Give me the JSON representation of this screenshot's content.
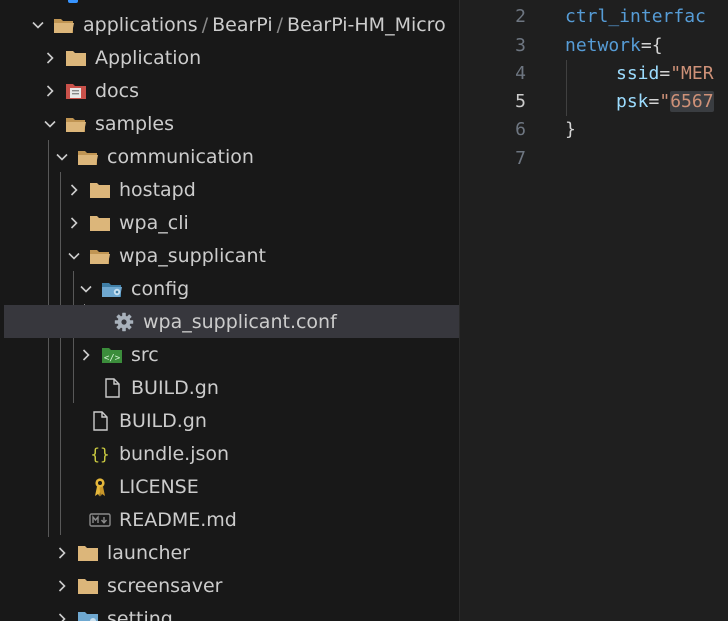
{
  "explorer": {
    "root_path": [
      "applications",
      "BearPi",
      "BearPi-HM_Micro"
    ],
    "items": [
      {
        "label": "Application"
      },
      {
        "label": "docs"
      },
      {
        "label": "samples"
      },
      {
        "label": "communication"
      },
      {
        "label": "hostapd"
      },
      {
        "label": "wpa_cli"
      },
      {
        "label": "wpa_supplicant"
      },
      {
        "label": "config"
      },
      {
        "label": "wpa_supplicant.conf"
      },
      {
        "label": "src"
      },
      {
        "label": "BUILD.gn"
      },
      {
        "label": "BUILD.gn"
      },
      {
        "label": "bundle.json"
      },
      {
        "label": "LICENSE"
      },
      {
        "label": "README.md"
      },
      {
        "label": "launcher"
      },
      {
        "label": "screensaver"
      },
      {
        "label": "setting"
      }
    ]
  },
  "editor": {
    "current_line": "5",
    "lines": [
      {
        "num": "2",
        "tokens": [
          {
            "cls": "tok-key",
            "text": "ctrl_interfac"
          }
        ]
      },
      {
        "num": "3",
        "tokens": [
          {
            "cls": "tok-key",
            "text": "network"
          },
          {
            "cls": "tok-op",
            "text": "={"
          }
        ]
      },
      {
        "num": "4",
        "tokens": [
          {
            "cls": "tok-sub",
            "text": "ssid"
          },
          {
            "cls": "tok-op",
            "text": "="
          },
          {
            "cls": "tok-str",
            "text": "\"MER"
          }
        ]
      },
      {
        "num": "5",
        "tokens": [
          {
            "cls": "tok-sub",
            "text": "psk"
          },
          {
            "cls": "tok-op",
            "text": "="
          },
          {
            "cls": "tok-str",
            "text": "\""
          },
          {
            "cls": "tok-str sel-hl",
            "text": "6567"
          }
        ]
      },
      {
        "num": "6",
        "tokens": [
          {
            "cls": "tok-brace",
            "text": "}"
          }
        ]
      },
      {
        "num": "7",
        "tokens": []
      }
    ]
  },
  "colors": {
    "folder": "#dcb67a",
    "accent": "#3794ff",
    "selected_row": "#37373d"
  }
}
